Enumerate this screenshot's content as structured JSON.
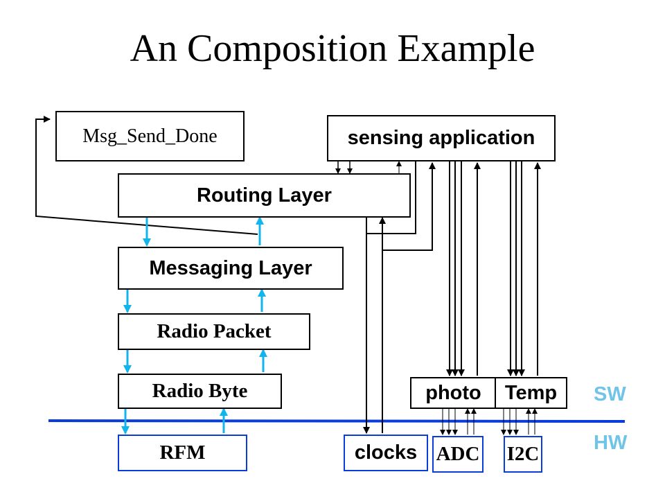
{
  "title": "An Composition Example",
  "components": {
    "msg_send_done": "Msg_Send_Done",
    "sensing_application": "sensing application",
    "routing_layer": "Routing Layer",
    "messaging_layer": "Messaging Layer",
    "radio_packet": "Radio Packet",
    "radio_byte": "Radio Byte",
    "rfm": "RFM",
    "clocks": "clocks",
    "photo": "photo",
    "temp": "Temp",
    "adc": "ADC",
    "i2c": "I2C"
  },
  "layers": {
    "software": "SW",
    "hardware": "HW"
  },
  "colors": {
    "boundary_line": "#0a3cdc",
    "stack_arrows": "#12b4ec",
    "layer_labels": "#6fc4e8"
  }
}
